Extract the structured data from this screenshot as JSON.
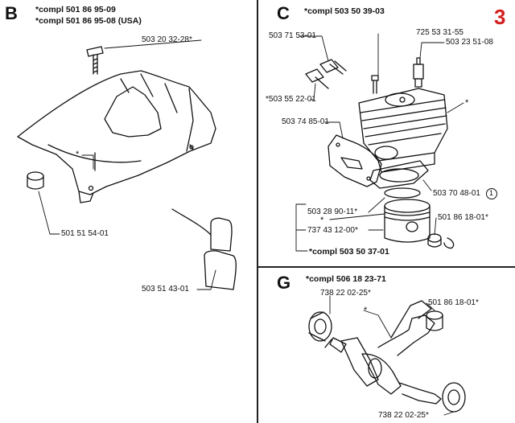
{
  "page_number": "3",
  "accent_color": "#d42020",
  "sections": {
    "B": {
      "letter": "B",
      "compl_1": "*compl 501 86 95-09",
      "compl_2": "*compl 501 86 95-08 (USA)",
      "parts": {
        "screw": "503 20 32-28*",
        "star": "*",
        "plug": "501 51 54-01",
        "pad": "503 51 43-01"
      }
    },
    "C": {
      "letter": "C",
      "compl": "*compl 503 50 39-03",
      "compl_piston": "*compl 503 50 37-01",
      "parts": {
        "decomp_valve": "503 71 53-01",
        "decomp_nut": "*503 55 22-01",
        "screw": "725 53 31-55",
        "spark_plug": "503 23 51-08",
        "cylinder_star": "*",
        "gasket_plate": "503 74 85-01",
        "gasket": "503 70 48-01",
        "gasket_circled": "1",
        "rings": "503 28 90-11*",
        "piston_star": "*",
        "pin": "737 43 12-00*",
        "bearing": "501 86 18-01*"
      }
    },
    "G": {
      "letter": "G",
      "compl": "*compl 506 18 23-71",
      "parts": {
        "bearing_top": "738 22 02-25*",
        "rod_star": "*",
        "needle_bearing": "501 86 18-01*",
        "bearing_bottom": "738 22 02-25*"
      }
    }
  }
}
